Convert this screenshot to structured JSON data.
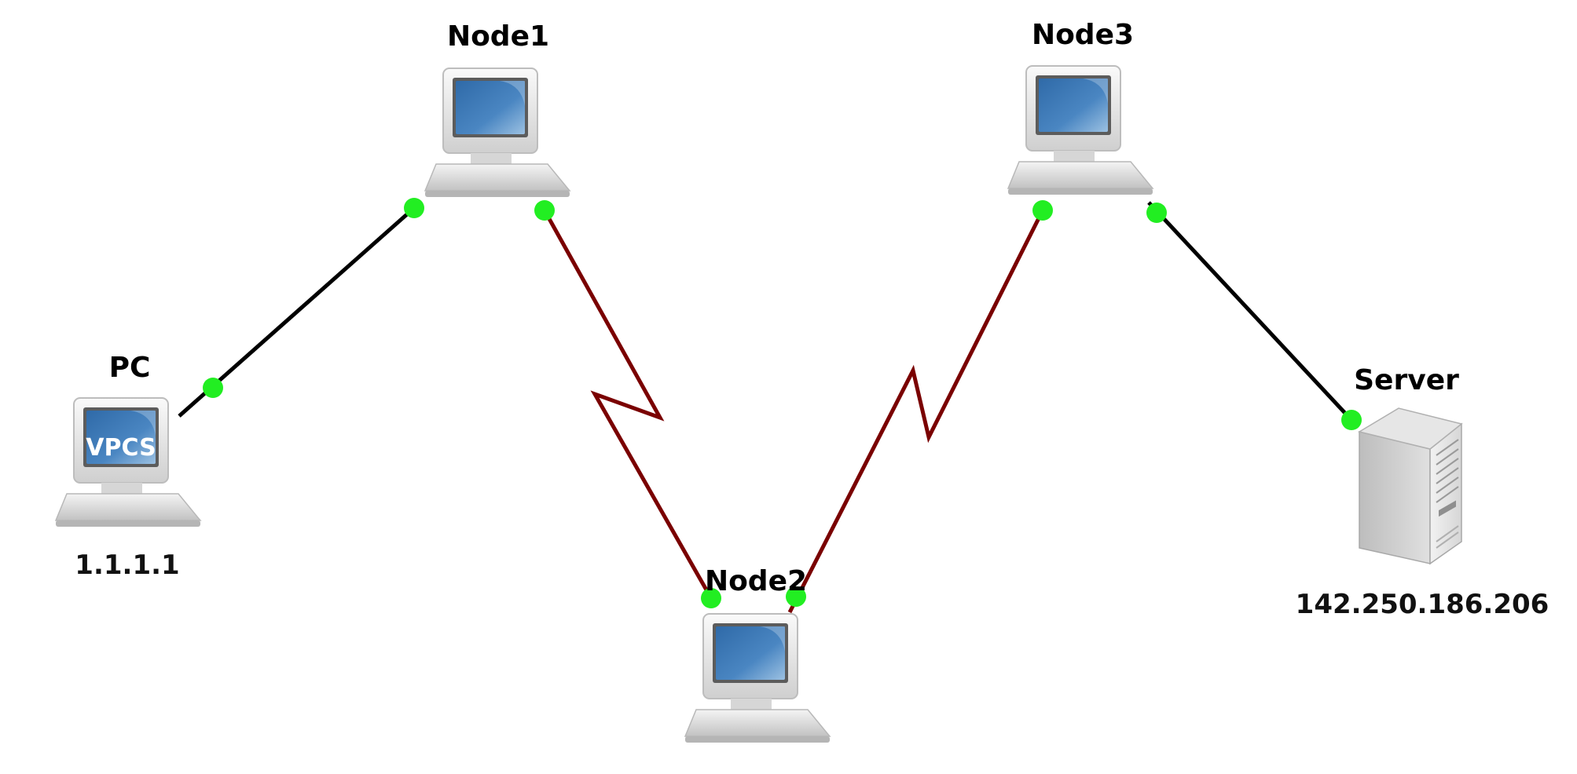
{
  "colors": {
    "ethernet_link": "#000000",
    "serial_link": "#7a0000",
    "port_up": "#22ee22",
    "screen": "#3f78b5",
    "screen_text": "#ffffff"
  },
  "nodes": {
    "pc": {
      "name": "PC",
      "address": "1.1.1.1",
      "screen_text": "VPCS",
      "icon": "vpcs-computer-icon"
    },
    "node1": {
      "name": "Node1",
      "icon": "computer-icon"
    },
    "node2": {
      "name": "Node2",
      "icon": "computer-icon"
    },
    "node3": {
      "name": "Node3",
      "icon": "computer-icon"
    },
    "server": {
      "name": "Server",
      "address": "142.250.186.206",
      "icon": "server-tower-icon"
    }
  },
  "links": [
    {
      "from": "pc",
      "to": "node1",
      "type": "ethernet"
    },
    {
      "from": "node1",
      "to": "node2",
      "type": "serial"
    },
    {
      "from": "node2",
      "to": "node3",
      "type": "serial"
    },
    {
      "from": "node3",
      "to": "server",
      "type": "ethernet"
    }
  ]
}
